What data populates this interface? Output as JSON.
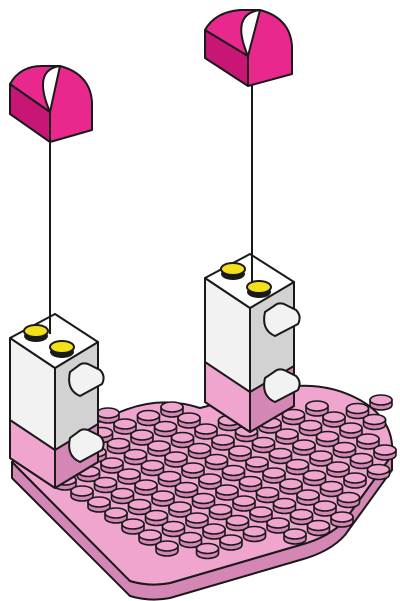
{
  "instruction": {
    "parts": [
      "curved-slope-brick",
      "curved-slope-brick",
      "clip-brick",
      "clip-brick",
      "heart-plate"
    ],
    "part_colors": {
      "bright_pink": "#e8288c",
      "bright_pink_dark": "#c71675",
      "light_pink": "#f0a5cf",
      "light_pink_dark": "#d486b4",
      "white": "#f2f2f2",
      "white_shade": "#d2d2d2",
      "yellow_stud": "#f2e01b",
      "outline": "#1a1a1a"
    },
    "action": "attach-arrows"
  }
}
